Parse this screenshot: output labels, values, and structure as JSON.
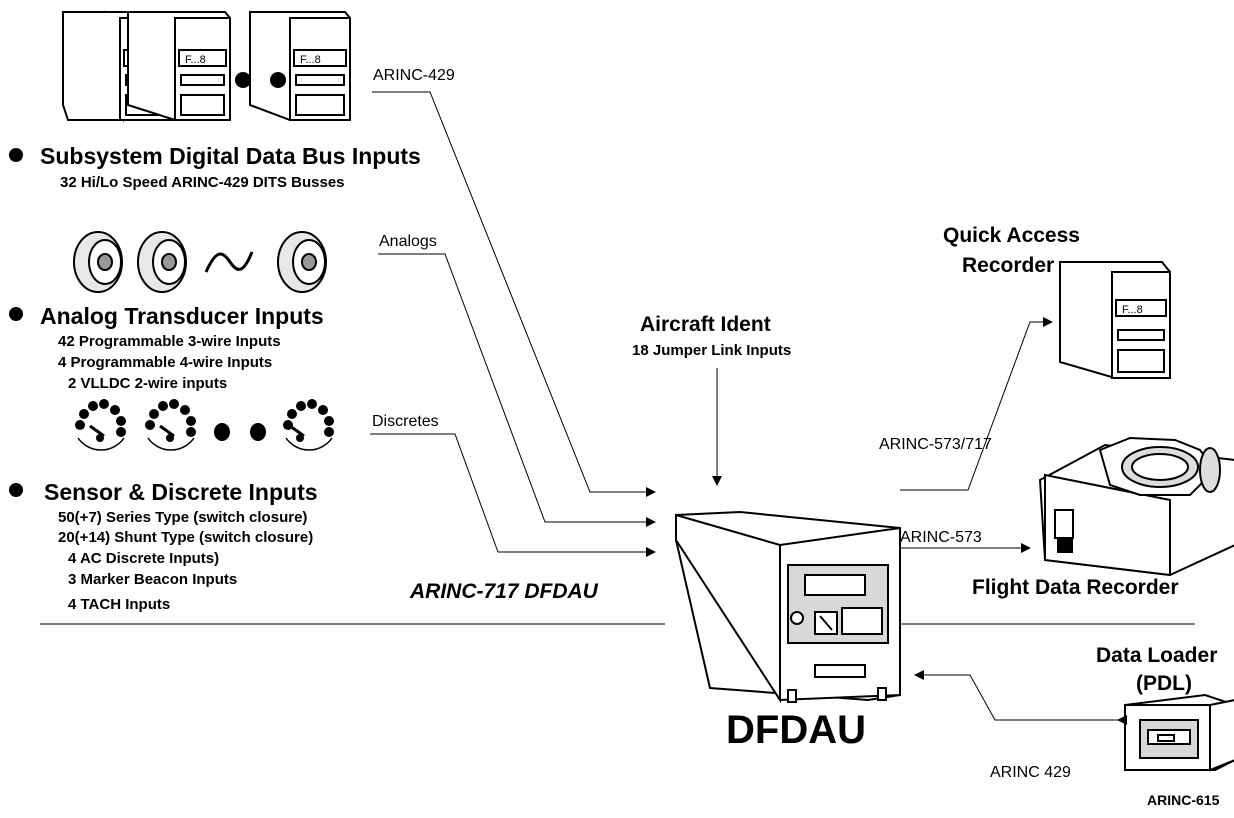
{
  "inputs": {
    "digital": {
      "heading": "Subsystem Digital Data Bus Inputs",
      "details": [
        "32 Hi/Lo Speed ARINC-429 DITS Busses"
      ],
      "bus_label": "ARINC-429"
    },
    "analog": {
      "heading": "Analog Transducer Inputs",
      "details": [
        "42 Programmable 3-wire Inputs",
        "4 Programmable 4-wire Inputs",
        "2 VLLDC 2-wire inputs"
      ],
      "bus_label": "Analogs"
    },
    "sensor": {
      "heading": "Sensor & Discrete Inputs",
      "details": [
        "50(+7) Series Type (switch closure)",
        "20(+14) Shunt  Type (switch closure)",
        "4 AC Discrete Inputs)",
        "3 Marker Beacon Inputs",
        "4 TACH Inputs"
      ],
      "bus_label": "Discretes"
    }
  },
  "aircraft_ident": {
    "title": "Aircraft Ident",
    "subtitle": "18 Jumper Link Inputs"
  },
  "dfdau": {
    "caption": "ARINC-717 DFDAU",
    "name": "DFDAU"
  },
  "qar": {
    "title_line1": "Quick Access",
    "title_line2": "Recorder",
    "link_label": "ARINC-573/717"
  },
  "fdr": {
    "title": "Flight Data Recorder",
    "link_label": "ARINC-573"
  },
  "loader": {
    "title_line1": "Data Loader",
    "title_line2": "(PDL)",
    "link_label": "ARINC 429",
    "standard": "ARINC-615"
  }
}
